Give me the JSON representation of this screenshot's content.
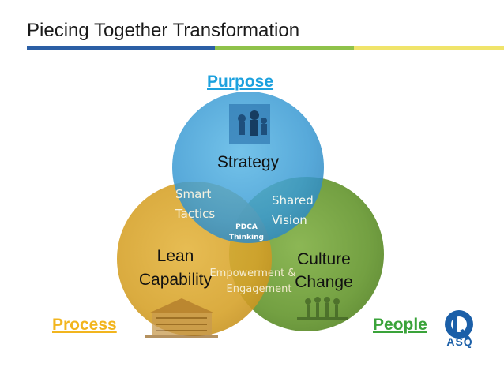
{
  "title": "Piecing Together Transformation",
  "labels": {
    "purpose": "Purpose",
    "process": "Process",
    "people": "People"
  },
  "circles": {
    "strategy": "Strategy",
    "lean_line1": "Lean",
    "lean_line2": "Capability",
    "culture_line1": "Culture",
    "culture_line2": "Change"
  },
  "overlaps": {
    "smart_line1": "Smart",
    "smart_line2": "Tactics",
    "shared_line1": "Shared",
    "shared_line2": "Vision",
    "center_line1": "PDCA",
    "center_line2": "Thinking",
    "empower_line1": "Empowerment &",
    "empower_line2": "Engagement"
  },
  "logo": {
    "text": "ASQ"
  },
  "colors": {
    "strategy": "#3c9bd2",
    "lean": "#d9a62a",
    "culture": "#6f9e3a",
    "purpose_label": "#1da1de",
    "process_label": "#f2b51e",
    "people_label": "#3aa33a"
  }
}
